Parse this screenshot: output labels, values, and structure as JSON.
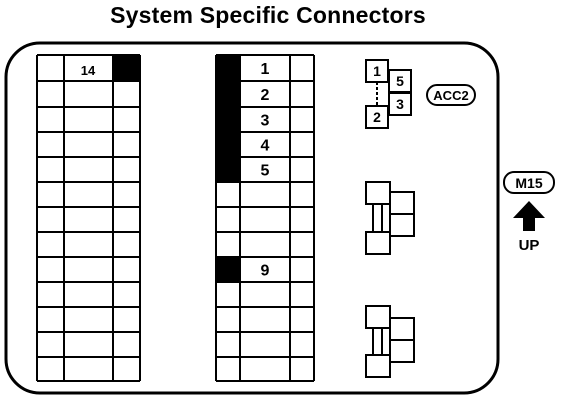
{
  "title": "System Specific Connectors",
  "left_block": {
    "label_14": "14",
    "black_cells": [
      [
        0,
        2
      ]
    ]
  },
  "middle_block": {
    "pins": [
      {
        "row": 0,
        "label": "1",
        "black": true
      },
      {
        "row": 1,
        "label": "2",
        "black": true
      },
      {
        "row": 2,
        "label": "3",
        "black": true
      },
      {
        "row": 3,
        "label": "4",
        "black": true
      },
      {
        "row": 4,
        "label": "5",
        "black": true
      },
      {
        "row": 8,
        "label": "9",
        "black": true
      }
    ]
  },
  "acc2_connector": {
    "pins": [
      "1",
      "5",
      "3",
      "2"
    ],
    "badge": "ACC2"
  },
  "m15_label": "M15",
  "up_label": "UP",
  "colors": {
    "line": "#000000",
    "fill_black": "#000000",
    "background": "#ffffff"
  }
}
